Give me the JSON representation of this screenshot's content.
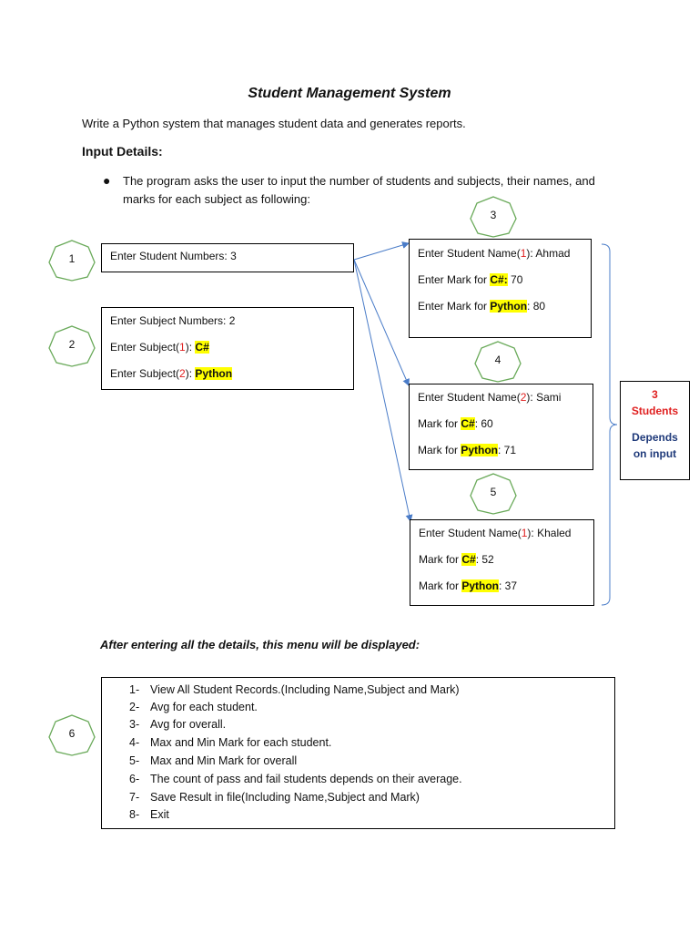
{
  "title": "Student Management System",
  "intro": "Write a Python system that manages student data and generates reports.",
  "input_details": {
    "heading": "Input Details:",
    "bullet": "The program asks the user to input the number of students and subjects, their names, and marks for each subject as following:"
  },
  "badges": [
    "1",
    "2",
    "3",
    "4",
    "5",
    "6"
  ],
  "student_count_box": {
    "label": "Enter Student Numbers: 3"
  },
  "subject_box": {
    "numbers_label": "Enter Subject Numbers: 2",
    "subject_prefix": "Enter Subject(",
    "subject1_index": "1",
    "subject1_name": "C#",
    "subject2_index": "2",
    "subject2_name": "Python",
    "close_colon": "): "
  },
  "students": [
    {
      "name_prefix": "Enter Student Name(",
      "index": "1",
      "name_suffix": "):  Ahmad",
      "mark1_prefix": "Enter Mark for ",
      "subject1": "C#:",
      "mark1_value": " 70",
      "mark2_prefix": "Enter  Mark for ",
      "subject2": "Python",
      "mark2_value": ": 80"
    },
    {
      "name_prefix": "Enter Student Name(",
      "index": "2",
      "name_suffix": "):  Sami",
      "mark1_prefix": "Mark for ",
      "subject1": "C#",
      "mark1_value": ": 60",
      "mark2_prefix": "Mark for ",
      "subject2": "Python",
      "mark2_value": ": 71"
    },
    {
      "name_prefix": "Enter Student Name(",
      "index": "1",
      "name_suffix": "):  Khaled",
      "mark1_prefix": "Mark for ",
      "subject1": "C#",
      "mark1_value": ": 52",
      "mark2_prefix": "Mark for ",
      "subject2": "Python",
      "mark2_value": ": 37"
    }
  ],
  "side_note": {
    "count": "3",
    "students": "Students",
    "depends": "Depends",
    "on_input": "on input"
  },
  "menu_caption": "After entering all the details, this menu will be displayed:",
  "menu_items": [
    {
      "num": "1-",
      "text": "View All Student Records.(Including Name,Subject and Mark)"
    },
    {
      "num": "2-",
      "text": "Avg for each student."
    },
    {
      "num": "3-",
      "text": "Avg for overall."
    },
    {
      "num": "4-",
      "text": "Max and Min Mark for each student."
    },
    {
      "num": "5-",
      "text": "Max and Min Mark for overall"
    },
    {
      "num": "6-",
      "text": "The count of pass and fail students depends on their average."
    },
    {
      "num": "7-",
      "text": "Save Result in file(Including Name,Subject and Mark)"
    },
    {
      "num": "8-",
      "text": "Exit"
    }
  ],
  "colors": {
    "badge_green": "#6aaa5a",
    "arrow_blue": "#4a7cc8",
    "accent_red": "#e02020",
    "navy": "#1f3a7a",
    "highlight": "#ffff00"
  }
}
